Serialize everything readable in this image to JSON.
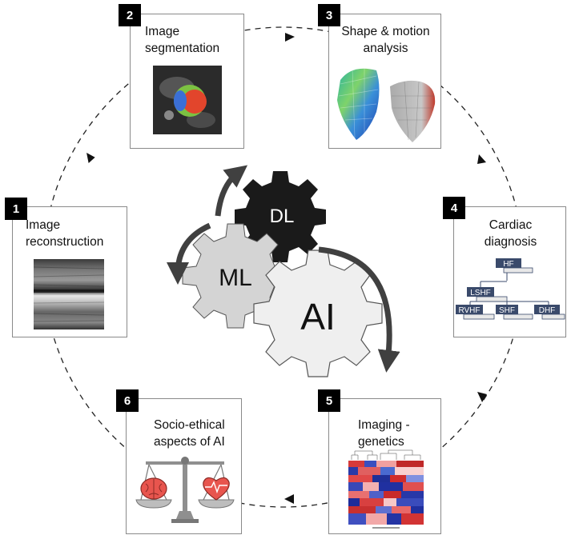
{
  "cycle": {
    "steps": [
      {
        "number": "1",
        "title": "Image\nreconstruction"
      },
      {
        "number": "2",
        "title": "Image\nsegmentation"
      },
      {
        "number": "3",
        "title": "Shape & motion\nanalysis"
      },
      {
        "number": "4",
        "title": "Cardiac\ndiagnosis"
      },
      {
        "number": "5",
        "title": "Imaging -\ngenetics"
      },
      {
        "number": "6",
        "title": "Socio-ethical\naspects of AI"
      }
    ]
  },
  "gears": {
    "dl": "DL",
    "ml": "ML",
    "ai": "AI"
  },
  "diagnosis_tree": {
    "root": "HF",
    "mid": "LSHF",
    "leaves": [
      "RVHF",
      "SHF",
      "DHF"
    ]
  },
  "colors": {
    "badge": "#000000",
    "dl_gear": "#1a1a1a",
    "ml_gear": "#d4d4d4",
    "ai_gear": "#efefef",
    "arrow": "#404040",
    "tree_box": "#3a4a6b"
  }
}
